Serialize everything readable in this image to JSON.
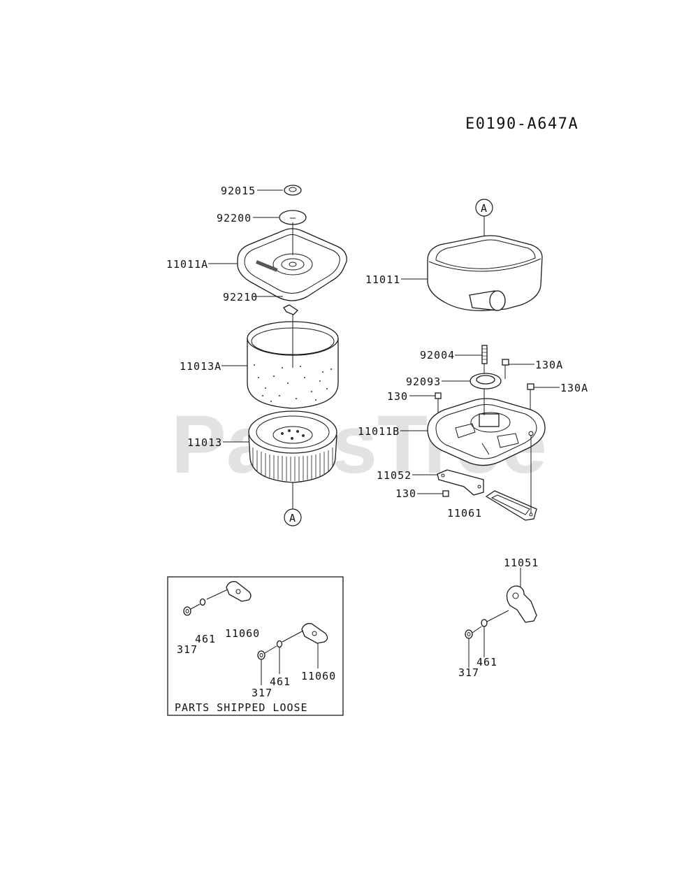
{
  "diagram_code": "E0190-A647A",
  "watermark": "PartsTree",
  "callout_letter": "A",
  "parts_box_caption": "PARTS SHIPPED LOOSE",
  "labels": {
    "p92015": "92015",
    "p92200": "92200",
    "p11011A": "11011A",
    "p92210": "92210",
    "p11013A": "11013A",
    "p11013": "11013",
    "p11011": "11011",
    "p92004": "92004",
    "p130A_1": "130A",
    "p92093": "92093",
    "p130A_2": "130A",
    "p130_1": "130",
    "p11011B": "11011B",
    "p11052": "11052",
    "p130_2": "130",
    "p11061": "11061",
    "p11051": "11051",
    "p461_c": "461",
    "p317_c": "317",
    "box_461_a": "461",
    "box_11060_a": "11060",
    "box_317_a": "317",
    "box_461_b": "461",
    "box_11060_b": "11060",
    "box_317_b": "317"
  }
}
